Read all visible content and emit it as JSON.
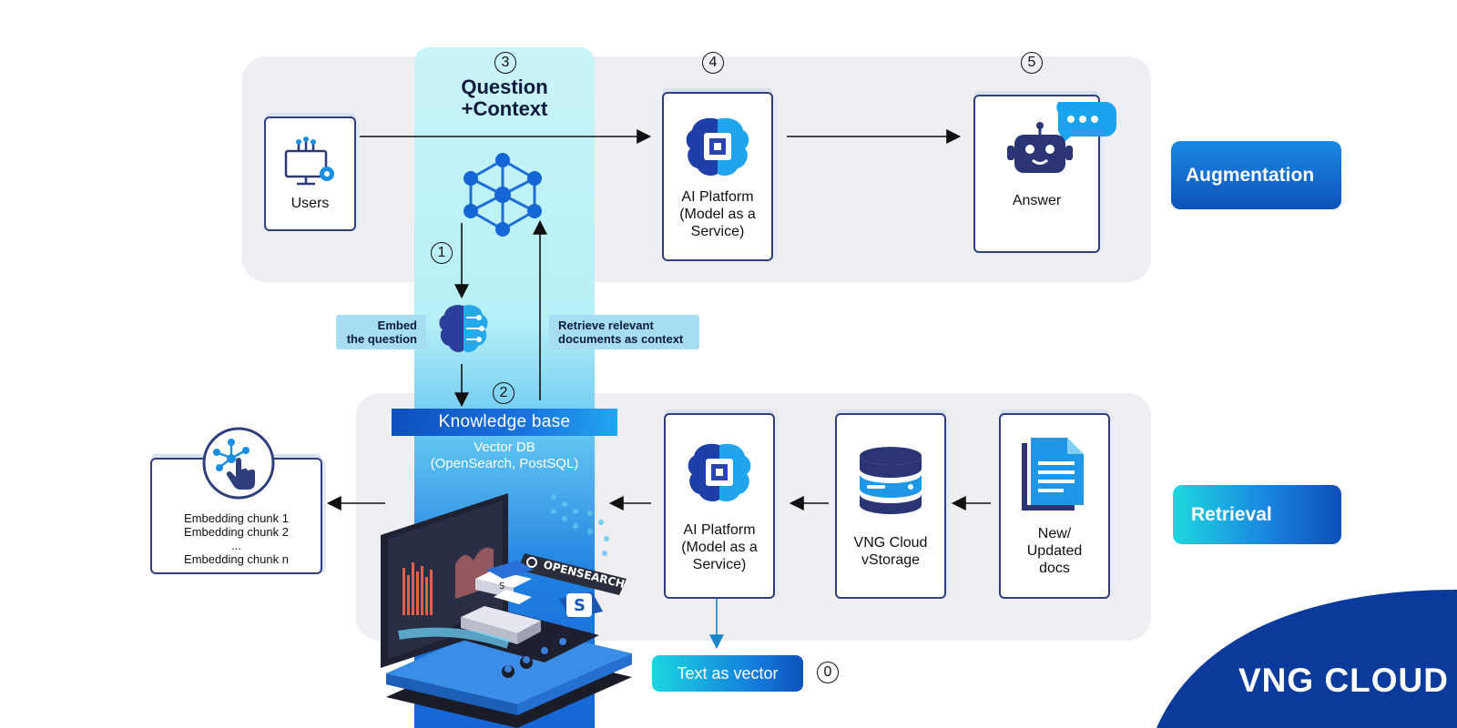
{
  "steps": {
    "s0": "0",
    "s1": "1",
    "s2": "2",
    "s3": "3",
    "s4": "4",
    "s5": "5"
  },
  "question_context": {
    "line1": "Question",
    "line2": "+Context"
  },
  "users": {
    "label": "Users"
  },
  "ai_platform_top": {
    "line1": "AI Platform",
    "line2": "(Model as a",
    "line3": "Service)"
  },
  "answer": {
    "label": "Answer"
  },
  "embed_tag": {
    "line1": "Embed",
    "line2": "the question"
  },
  "retrieve_tag": {
    "line1": "Retrieve relevant",
    "line2": "documents as context"
  },
  "knowledge_base": {
    "title": "Knowledge base",
    "sub1": "Vector DB",
    "sub2": "(OpenSearch, PostSQL)"
  },
  "embedding_card": {
    "line1": "Embedding chunk 1",
    "line2": "Embedding chunk 2",
    "line3": "...",
    "line4": "Embedding chunk n"
  },
  "ai_platform_bottom": {
    "line1": "AI Platform",
    "line2": "(Model as a",
    "line3": "Service)"
  },
  "vstorage": {
    "line1": "VNG Cloud",
    "line2": "vStorage"
  },
  "docs": {
    "line1": "New/",
    "line2": "Updated",
    "line3": "docs"
  },
  "text_as_vector": {
    "label": "Text as vector"
  },
  "pills": {
    "augmentation": "Augmentation",
    "retrieval": "Retrieval"
  },
  "opensearch_badge": "OPENSEARCH",
  "brand": {
    "logo": "VNG CLOUD"
  },
  "colors": {
    "navy": "#2f3f7e",
    "blue": "#1565d6",
    "cyan": "#17d4e0",
    "panel": "#eeeef3",
    "brand_bg": "#0a3b9c"
  }
}
